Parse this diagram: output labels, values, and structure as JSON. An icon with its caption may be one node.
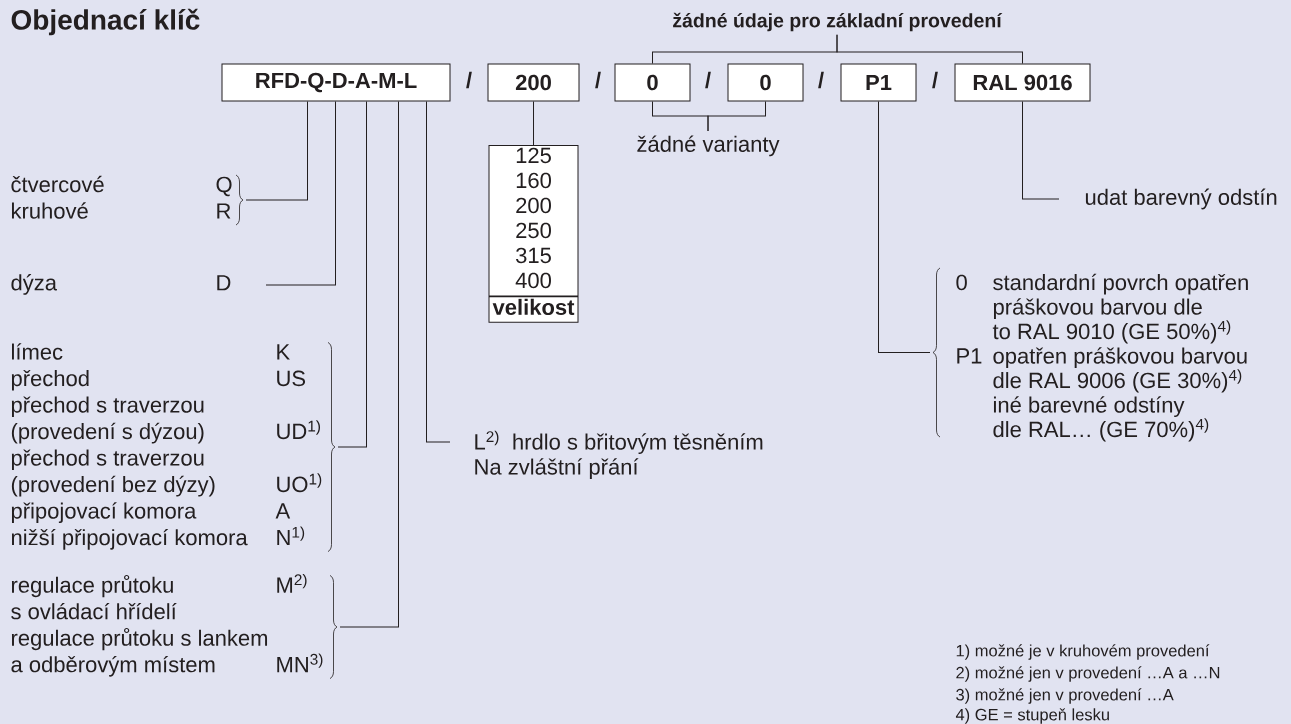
{
  "diagram": {
    "title": "Objednací klíč",
    "nodes": [
      {
        "text": [
          "RFD-Q-D-A-M-L"
        ]
      },
      {
        "text": [
          "200"
        ]
      },
      {
        "text": [
          "0"
        ]
      },
      {
        "text": [
          "0"
        ]
      },
      {
        "text": [
          "P1"
        ]
      },
      {
        "text": [
          "RAL 9016"
        ]
      },
      {
        "text": [
          "125",
          "160",
          "200",
          "250",
          "315",
          "400",
          "velikost"
        ]
      },
      {
        "text": [
          "žádné varianty"
        ]
      },
      {
        "text": [
          "žádné údaje pro základní provedení"
        ]
      },
      {
        "text": [
          "udat barevný odstín"
        ]
      },
      {
        "text": [
          "čtvercové",
          "Q",
          "kruhové",
          "R"
        ]
      },
      {
        "text": [
          "dýza",
          "D"
        ]
      },
      {
        "text": [
          "límec",
          "K",
          "přechod",
          "US",
          "přechod s traverzou (provedení s dýzou)",
          "UD$^{1)}$",
          "přechod s traverzou (provedení bez dýzy)",
          "UO$^{1)}$",
          "připojovací komora",
          "A",
          "nižší připojovací komora",
          "N$^{1)}$"
        ]
      },
      {
        "text": [
          "regulace průtoku s ovládací hřídelí",
          "M$^{2)}$",
          "regulace průtoku s lankem a odběrovým místem",
          "MN$^{3)}$"
        ]
      },
      {
        "text": [
          "L$^{2)}$",
          "hrdlo s břitovým těsněním",
          "Na zvláštní přání"
        ]
      },
      {
        "text": [
          "0",
          "standardní povrch opatřen práškovou barvou dle to RAL 9010 (GE 50%)$^{4)}$",
          "P1",
          "opatřen práškovou barvou dle RAL 9006 (GE 30%)$^{4)}$",
          "iné barevné odstíny dle RAL… (GE 70%)$^{4)}$"
        ]
      }
    ],
    "edges": [
      {
        "from": 0,
        "to": 10,
        "arrow": "none"
      },
      {
        "from": 0,
        "to": 11,
        "arrow": "none"
      },
      {
        "from": 0,
        "to": 12,
        "arrow": "none"
      },
      {
        "from": 0,
        "to": 13,
        "arrow": "none"
      },
      {
        "from": 0,
        "to": 14,
        "arrow": "none"
      },
      {
        "from": 1,
        "to": 6,
        "arrow": "none"
      },
      {
        "from": 8,
        "to": 2,
        "arrow": "none"
      },
      {
        "from": 8,
        "to": 5,
        "arrow": "none"
      },
      {
        "from": 2,
        "to": 7,
        "arrow": "none"
      },
      {
        "from": 3,
        "to": 7,
        "arrow": "none"
      },
      {
        "from": 5,
        "to": 9,
        "arrow": "none"
      },
      {
        "from": 4,
        "to": 15,
        "arrow": "none"
      }
    ],
    "labels": [
      "/",
      "/",
      "/",
      "/",
      "/",
      "1) možné je v kruhovém provedení",
      "2) možné jen v provedení …A a …N",
      "3) možné jen v provedení …A",
      "4) GE = stupeň lesku"
    ]
  }
}
